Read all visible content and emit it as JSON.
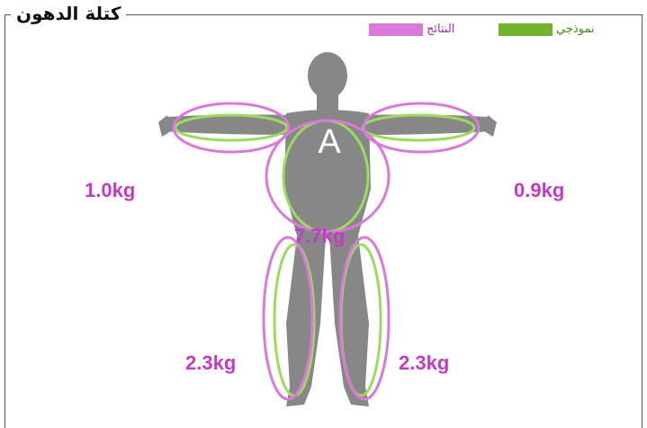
{
  "panel": {
    "title": "كتلة الدهون"
  },
  "legend": {
    "results": {
      "label": "النتائج",
      "color": "#d97ad9"
    },
    "normal": {
      "label": "نموذجي",
      "color": "#73b22c"
    }
  },
  "body": {
    "trunk_letter": "A"
  },
  "segments": {
    "right_arm": "1.0kg",
    "left_arm": "0.9kg",
    "trunk": "7.7kg",
    "right_leg": "2.3kg",
    "left_leg": "2.3kg"
  },
  "colors": {
    "silhouette": "#878787",
    "result_ring": "#d97ad9",
    "normal_ring": "#9ddb5e",
    "value_text": "#c23bc2"
  }
}
